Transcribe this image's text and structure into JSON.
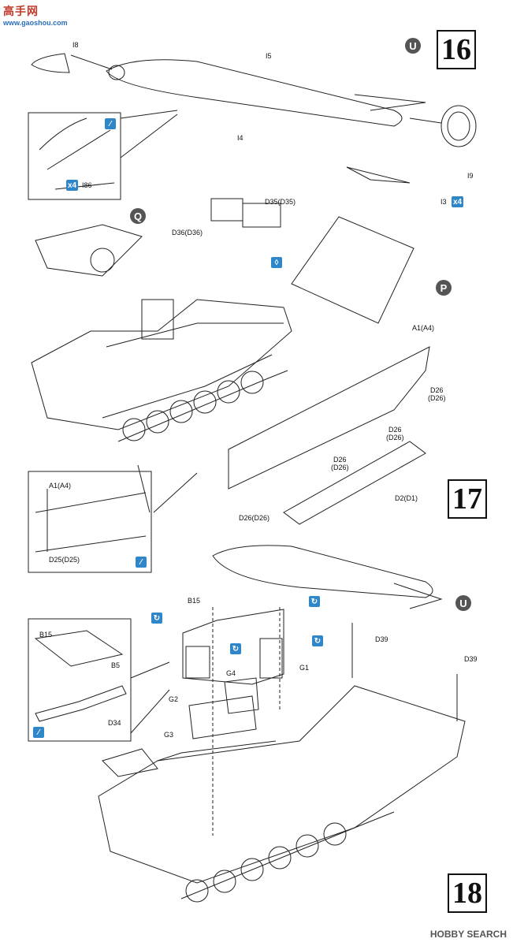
{
  "watermark": {
    "main": "高手网",
    "url": "www.gaoshou.com"
  },
  "steps": {
    "s16": "16",
    "s17": "17",
    "s18": "18"
  },
  "markers": {
    "U": "U",
    "Q": "Q",
    "P": "P"
  },
  "multiplier": "x4",
  "labels": {
    "I8": "I8",
    "I5": "I5",
    "I4": "I4",
    "I9": "I9",
    "I3": "I3",
    "I86": "I86",
    "D35": "D35(D35)",
    "D36": "D36(D36)",
    "A1": "A1(A4)",
    "A1b": "A1(A4)",
    "D26a": "D26\n(D26)",
    "D26b": "D26\n(D26)",
    "D26c": "D26\n(D26)",
    "D26d": "D26(D26)",
    "D2": "D2(D1)",
    "D25": "D25(D25)",
    "B15": "B15",
    "B15b": "B15",
    "B5": "B5",
    "D34": "D34",
    "D39": "D39",
    "D39b": "D39",
    "G1": "G1",
    "G2": "G2",
    "G3": "G3",
    "G4": "G4"
  },
  "footer": "HOBBY SEARCH",
  "colors": {
    "accent": "#2f86c9",
    "marker": "#555555",
    "line": "#222222"
  }
}
